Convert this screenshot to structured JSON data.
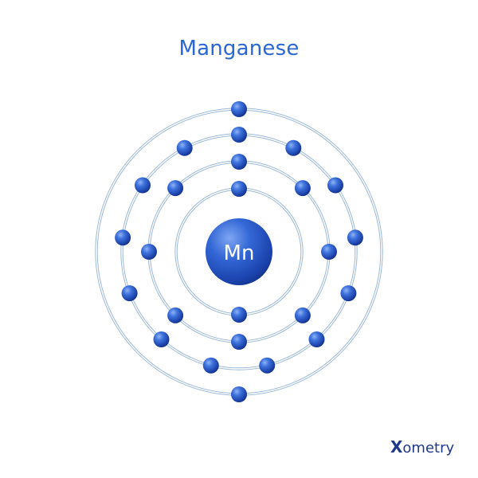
{
  "title": "Manganese",
  "nucleus": {
    "symbol": "Mn"
  },
  "shells": [
    {
      "electrons": 2
    },
    {
      "electrons": 8
    },
    {
      "electrons": 13
    },
    {
      "electrons": 2
    }
  ],
  "brand": {
    "mark": "X",
    "text": "ometry"
  },
  "colors": {
    "accent": "#2b66d6",
    "orbit": "#9bb9d8",
    "electron": "#1f4fb8",
    "brand": "#1f3a8a"
  }
}
